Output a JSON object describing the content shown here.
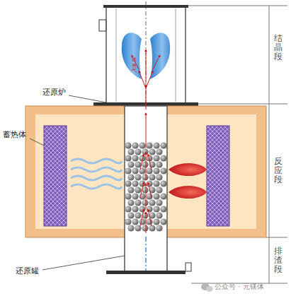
{
  "diagram": {
    "labels": [
      "还原炉",
      "蓄热体",
      "还原罐",
      "结晶段",
      "反应段",
      "排渣段",
      "镁蒸气",
      "公众号 · 元镁体"
    ]
  }
}
